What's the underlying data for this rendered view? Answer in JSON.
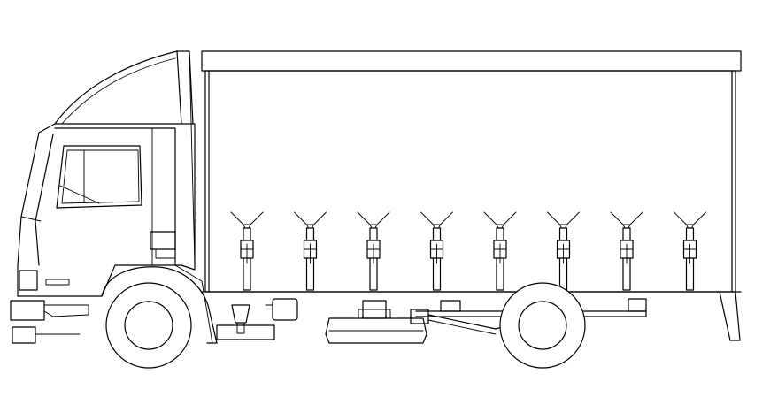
{
  "drawing": {
    "subject": "truck-side-elevation",
    "line_color": "#000000",
    "background_color": "#ffffff",
    "curtain_strap_count": 8,
    "wheel_count": 2
  }
}
